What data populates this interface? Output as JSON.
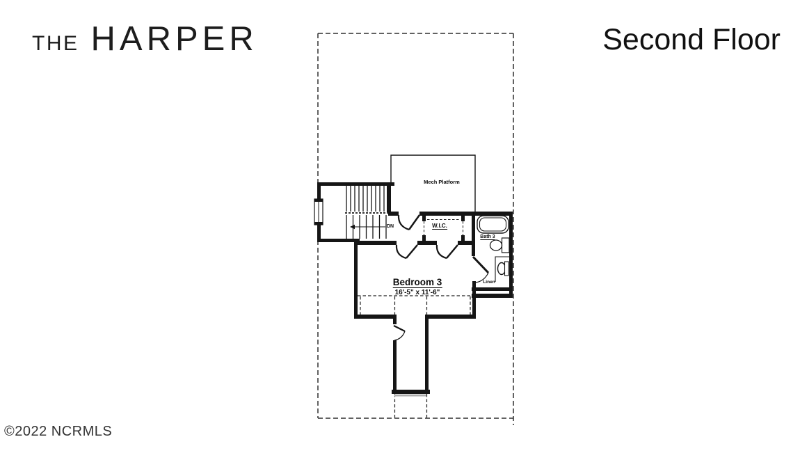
{
  "header": {
    "brand": {
      "prefix": "THE",
      "name": "HARPER"
    },
    "floor_label": "Second Floor"
  },
  "floorplan": {
    "labels": {
      "mech": "Mech Platform",
      "wic": "W.I.C.",
      "bath": "Bath 3",
      "linen": "Linen",
      "bedroom": "Bedroom 3",
      "bedroom_dims": "16'-5\" x 11'-6\"",
      "stair_direction": "DN"
    },
    "colors": {
      "wall": "#151515",
      "boundary": "#2e2e2e",
      "shadow": "#adadad"
    }
  },
  "footer": {
    "copyright": "©2022 NCRMLS"
  }
}
